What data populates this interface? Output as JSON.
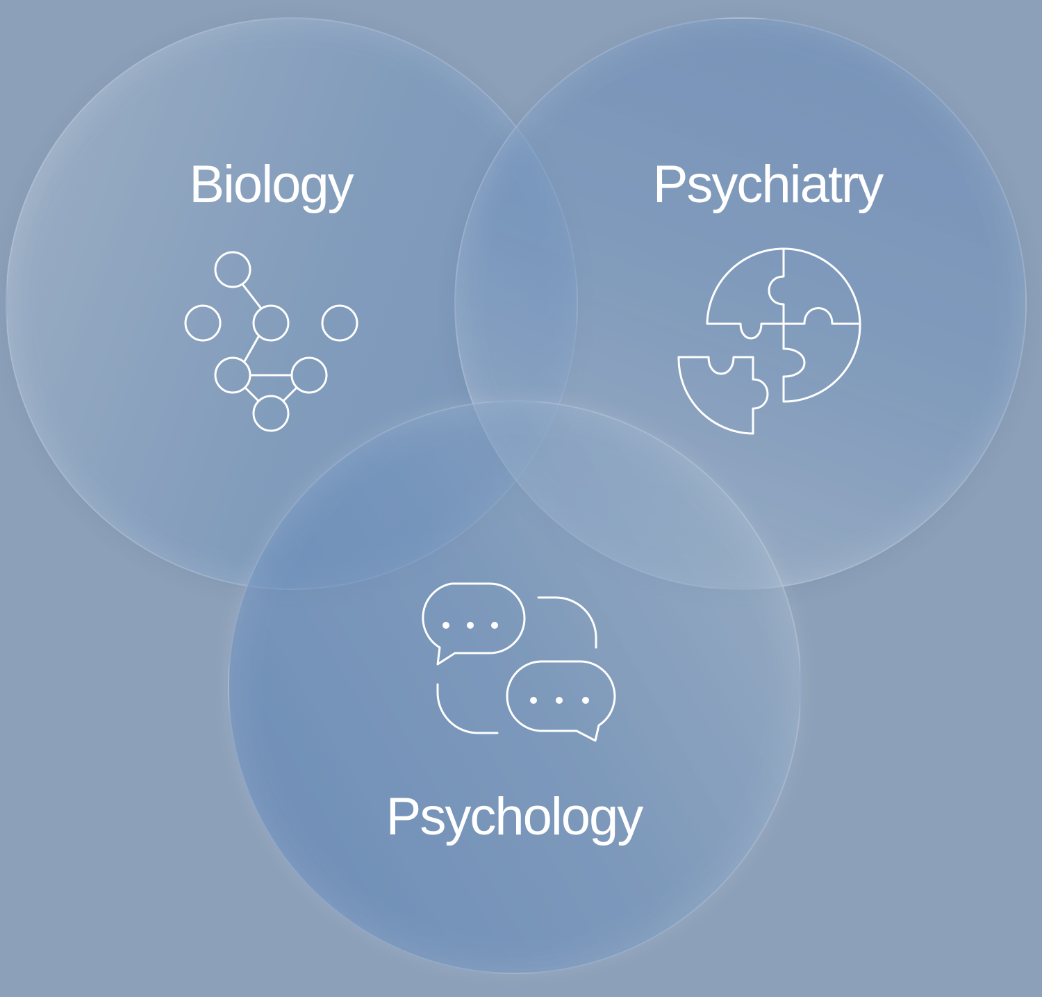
{
  "diagram": {
    "circles": [
      {
        "id": "biology",
        "label": "Biology",
        "icon": "molecule-network-icon"
      },
      {
        "id": "psychiatry",
        "label": "Psychiatry",
        "icon": "puzzle-circle-icon"
      },
      {
        "id": "psychology",
        "label": "Psychology",
        "icon": "chat-bubbles-icon"
      }
    ]
  },
  "colors": {
    "background": "#8ca0b9",
    "text": "#ffffff",
    "icon_stroke": "#ffffff"
  }
}
